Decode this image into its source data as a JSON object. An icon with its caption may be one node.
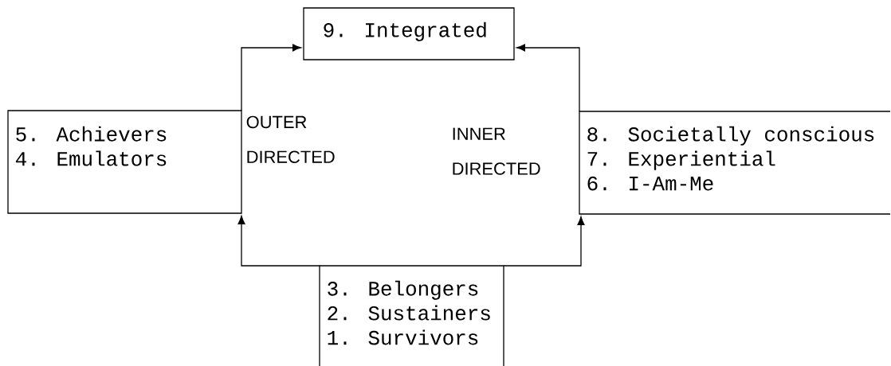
{
  "diagram": {
    "nodes": [
      {
        "text": [
          "9. Integrated"
        ]
      },
      {
        "text": [
          "5. Achievers",
          "4. Emulators"
        ]
      },
      {
        "text": [
          "8. Societally conscious",
          "7. Experiential",
          "6. I-Am-Me"
        ]
      },
      {
        "text": [
          "3. Belongers",
          "2. Sustainers",
          "1. Survivors"
        ]
      }
    ],
    "edges": [
      {
        "from": 1,
        "to": 0,
        "arrow": "to"
      },
      {
        "from": 2,
        "to": 0,
        "arrow": "to"
      },
      {
        "from": 3,
        "to": 1,
        "arrow": "to"
      },
      {
        "from": 3,
        "to": 2,
        "arrow": "to"
      }
    ],
    "labels": [
      "OUTER DIRECTED",
      "INNER DIRECTED"
    ]
  }
}
